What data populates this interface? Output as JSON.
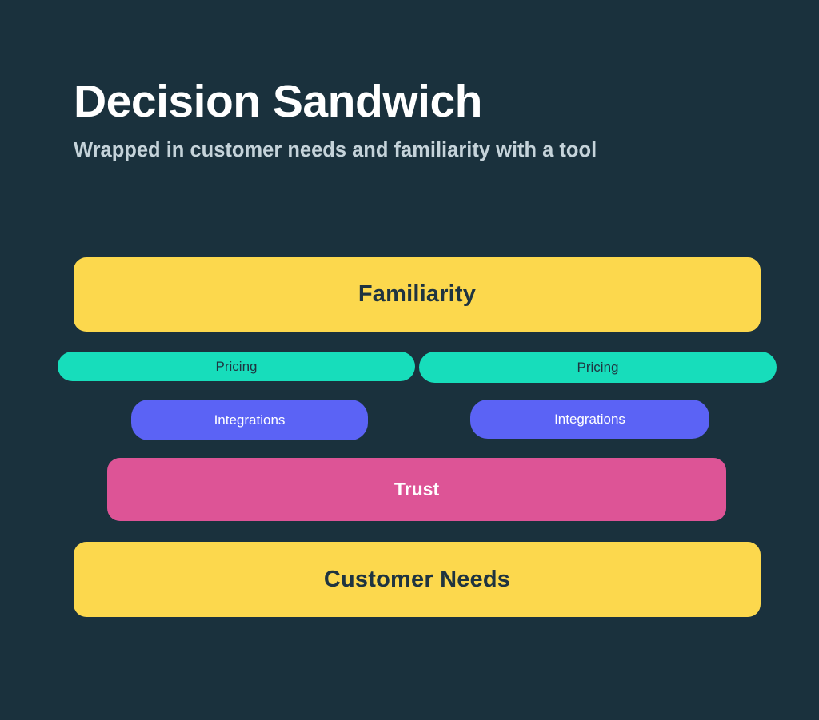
{
  "page": {
    "background_color": "#1a313d",
    "title": "Decision Sandwich",
    "subtitle": "Wrapped in customer needs and familiarity with a tool"
  },
  "palette": {
    "background": "#1a313d",
    "bread_yellow": "#fcd84d",
    "pricing_teal": "#17ddbb",
    "integrations_purple": "#5b63f5",
    "trust_pink": "#dd5496",
    "title_text": "#ffffff",
    "subtitle_text": "#c5d3da",
    "dark_text": "#1f3440",
    "light_text": "#ffffff"
  },
  "diagram": {
    "name": "decision-sandwich",
    "type": "stacked-layers",
    "layers": [
      {
        "id": "familiarity",
        "label": "Familiarity",
        "role": "top-bread",
        "color": "#fcd84d",
        "text_color": "#1f3440"
      },
      {
        "id": "pricing-left",
        "label": "Pricing",
        "role": "filling",
        "color": "#17ddbb",
        "text_color": "#1f3440"
      },
      {
        "id": "pricing-right",
        "label": "Pricing",
        "role": "filling",
        "color": "#17ddbb",
        "text_color": "#1f3440"
      },
      {
        "id": "integrations-left",
        "label": "Integrations",
        "role": "filling",
        "color": "#5b63f5",
        "text_color": "#ffffff"
      },
      {
        "id": "integrations-right",
        "label": "Integrations",
        "role": "filling",
        "color": "#5b63f5",
        "text_color": "#ffffff"
      },
      {
        "id": "trust",
        "label": "Trust",
        "role": "filling",
        "color": "#dd5496",
        "text_color": "#ffffff"
      },
      {
        "id": "customer-needs",
        "label": "Customer Needs",
        "role": "bottom-bread",
        "color": "#fcd84d",
        "text_color": "#1f3440"
      }
    ]
  }
}
